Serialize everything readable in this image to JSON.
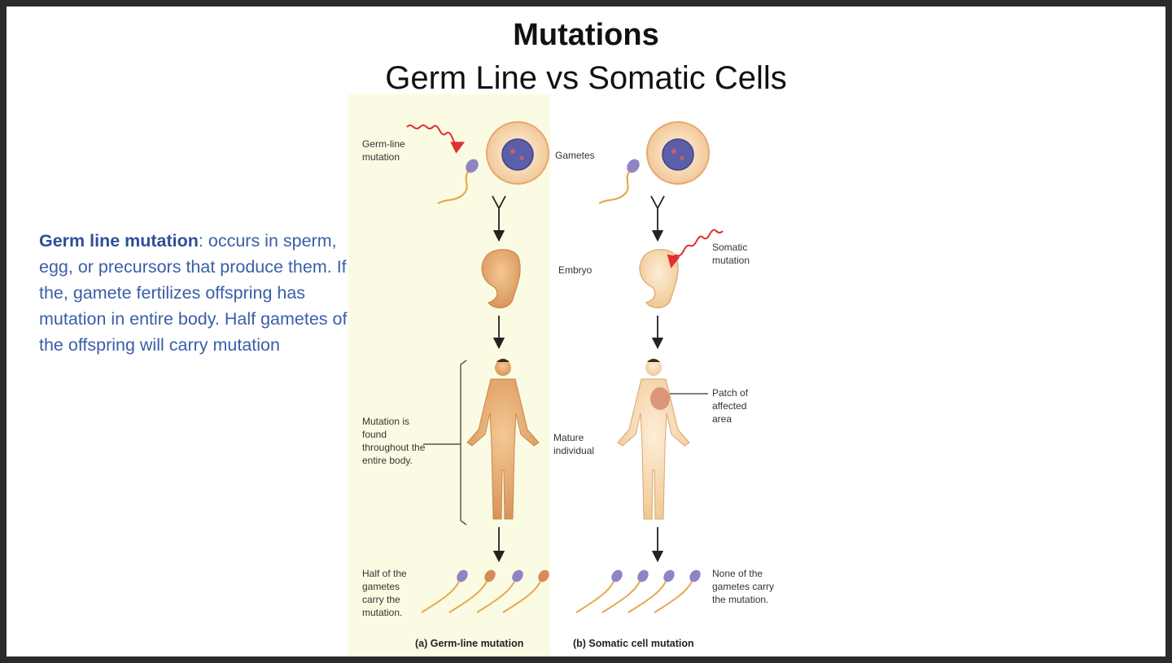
{
  "slide": {
    "title": "Mutations",
    "subtitle": "Germ Line vs Somatic Cells"
  },
  "definition": {
    "term": "Germ line mutation",
    "text": ": occurs in sperm, egg, or precursors that produce them. If the, gamete fertilizes offspring has mutation in entire body. Half gametes of the offspring will carry mutation"
  },
  "diagram": {
    "labels": {
      "germline_mutation": "Germ-line mutation",
      "gametes": "Gametes",
      "embryo": "Embryo",
      "somatic_mutation": "Somatic mutation",
      "mature_individual": "Mature individual",
      "found_throughout": "Mutation is found throughout the entire body.",
      "patch_area": "Patch of affected area",
      "half_gametes": "Half of the gametes carry the mutation.",
      "none_gametes": "None of the gametes carry the mutation."
    },
    "captions": {
      "a": "(a) Germ-line mutation",
      "b": "(b) Somatic cell mutation"
    },
    "colors": {
      "highlight_panel": "#fbfbe3",
      "body": "#e9b37a",
      "egg": "#f7d9b5",
      "nucleus": "#5b5fa8",
      "mutation_arrow": "#e03030"
    }
  }
}
